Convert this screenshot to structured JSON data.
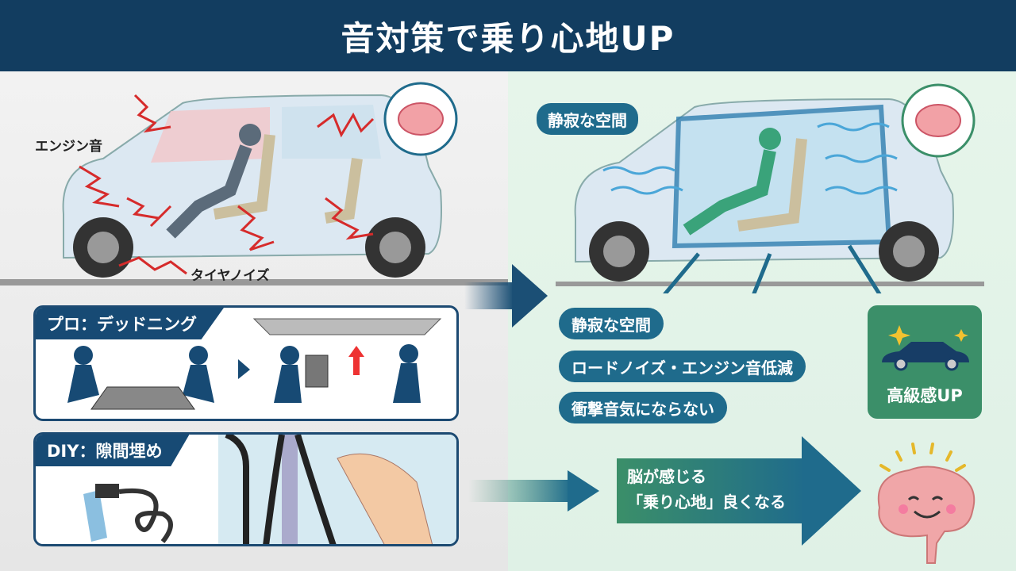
{
  "title": "音対策で乗り心地UP",
  "left": {
    "noise_labels": {
      "engine": "エンジン音",
      "tire": "タイヤノイズ"
    },
    "pro": {
      "title": "プロ：デッドニング"
    },
    "diy": {
      "title": "DIY：隙間埋め"
    }
  },
  "right": {
    "callout": "静寂な空間",
    "benefits": [
      "静寂な空間",
      "ロードノイズ・エンジン音低減",
      "衝撃音気にならない"
    ],
    "luxury": "高級感UP",
    "brain_message": {
      "line1": "脳が感じる",
      "line2": "「乗り心地」良くなる"
    }
  },
  "colors": {
    "header": "#123d60",
    "pill": "#1f6b8c",
    "green": "#3b8f69",
    "noise": "#d62b2b"
  }
}
